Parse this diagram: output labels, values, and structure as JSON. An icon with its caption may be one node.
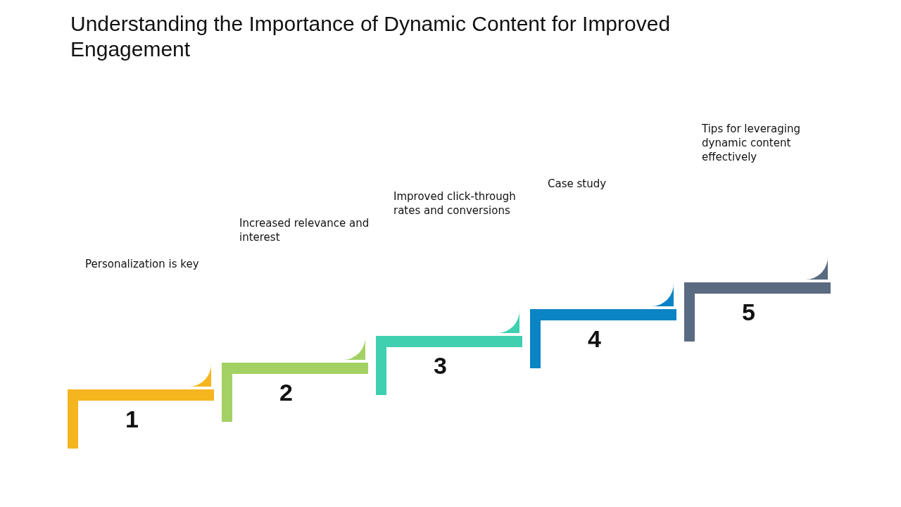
{
  "diagram": {
    "title": "Understanding the Importance of Dynamic Content for Improved Engagement",
    "nodes": [
      {
        "text": [
          "1"
        ]
      },
      {
        "text": [
          "2"
        ]
      },
      {
        "text": [
          "3"
        ]
      },
      {
        "text": [
          "4"
        ]
      },
      {
        "text": [
          "5"
        ]
      }
    ],
    "edges": [],
    "labels": [
      "Personalization is key",
      "Increased relevance and interest",
      "Improved click-through rates and conversions",
      "Case study",
      "Tips for leveraging dynamic content effectively"
    ]
  }
}
